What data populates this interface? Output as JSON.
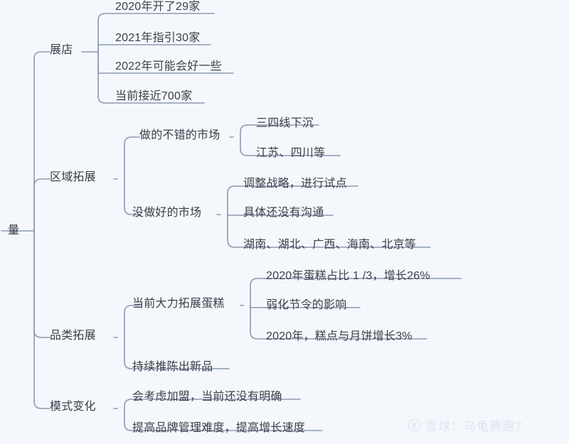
{
  "diagram": {
    "type": "mind-map",
    "background_color": "#f4f8fd",
    "edge_color": "#8c9ab0",
    "text_color": "#3b4049",
    "root": {
      "label": "量",
      "children": [
        {
          "label": "展店",
          "children": [
            {
              "label": "2020年开了29家"
            },
            {
              "label": "2021年指引30家"
            },
            {
              "label": "2022年可能会好一些"
            },
            {
              "label": "当前接近700家"
            }
          ]
        },
        {
          "label": "区域拓展",
          "children": [
            {
              "label": "做的不错的市场",
              "children": [
                {
                  "label": "三四线下沉"
                },
                {
                  "label": "江苏、四川等"
                }
              ]
            },
            {
              "label": "没做好的市场",
              "children": [
                {
                  "label": "调整战略，进行试点"
                },
                {
                  "label": "具体还没有沟通"
                },
                {
                  "label": "湖南、湖北、广西、海南、北京等"
                }
              ]
            }
          ]
        },
        {
          "label": "品类拓展",
          "children": [
            {
              "label": "当前大力拓展蛋糕",
              "children": [
                {
                  "label": "2020年蛋糕占比 1 /3，增长26%"
                },
                {
                  "label": "弱化节令的影响"
                },
                {
                  "label": "2020年，糕点与月饼增长3%"
                }
              ]
            },
            {
              "label": "持续推陈出新品"
            }
          ]
        },
        {
          "label": "模式变化",
          "children": [
            {
              "label": "会考虑加盟，当前还没有明确"
            },
            {
              "label": "提高品牌管理难度，提高增长速度"
            }
          ]
        }
      ]
    }
  },
  "watermark": {
    "text": "雪球：乌龟赛跑7",
    "icon": "xueqiu-logo-icon",
    "color": "#dce4ee"
  }
}
